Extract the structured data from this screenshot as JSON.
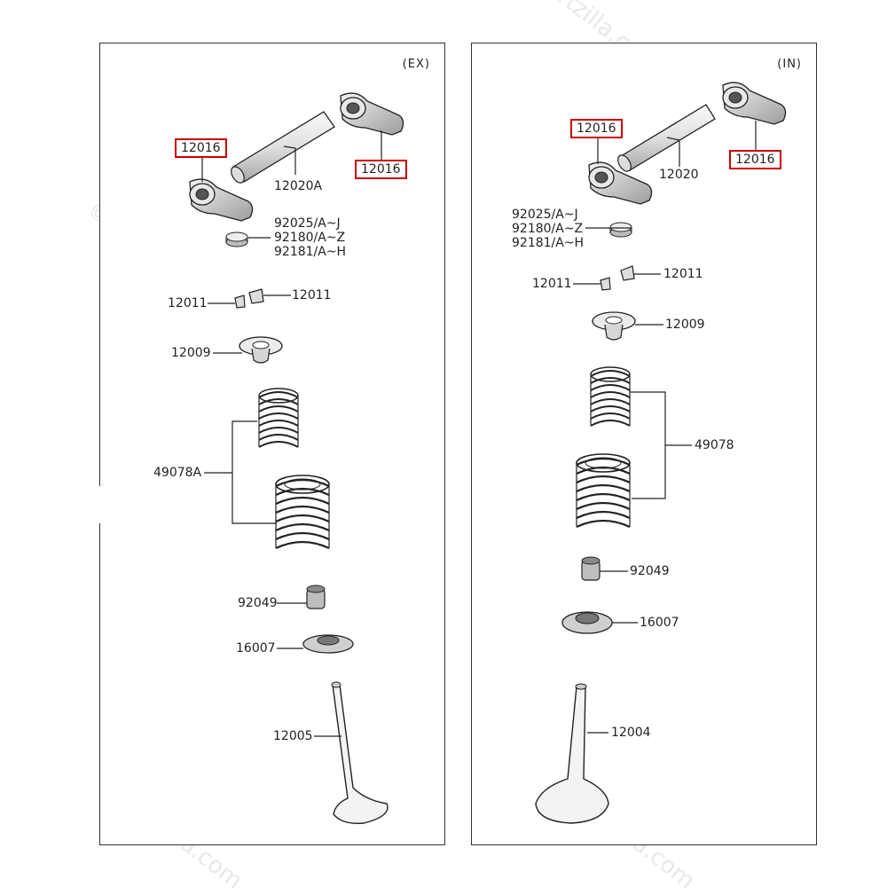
{
  "watermark": "© Partzilla.com",
  "ex": {
    "tag": "(EX)",
    "rocker_left": "12016",
    "rocker_right": "12016",
    "shaft": "12020A",
    "shim_1": "92025/A~J",
    "shim_2": "92180/A~Z",
    "shim_3": "92181/A~H",
    "keeper_right": "12011",
    "keeper_left": "12011",
    "retainer": "12009",
    "spring": "49078A",
    "seal": "92049",
    "seat": "16007",
    "valve": "12005"
  },
  "in": {
    "tag": "(IN)",
    "rocker_left": "12016",
    "rocker_right": "12016",
    "shaft": "12020",
    "shim_1": "92025/A~J",
    "shim_2": "92180/A~Z",
    "shim_3": "92181/A~H",
    "keeper_right": "12011",
    "keeper_left": "12011",
    "retainer": "12009",
    "spring": "49078",
    "seal": "92049",
    "seat": "16007",
    "valve": "12004"
  },
  "colors": {
    "highlight": "#cc0000",
    "line": "#222222"
  }
}
